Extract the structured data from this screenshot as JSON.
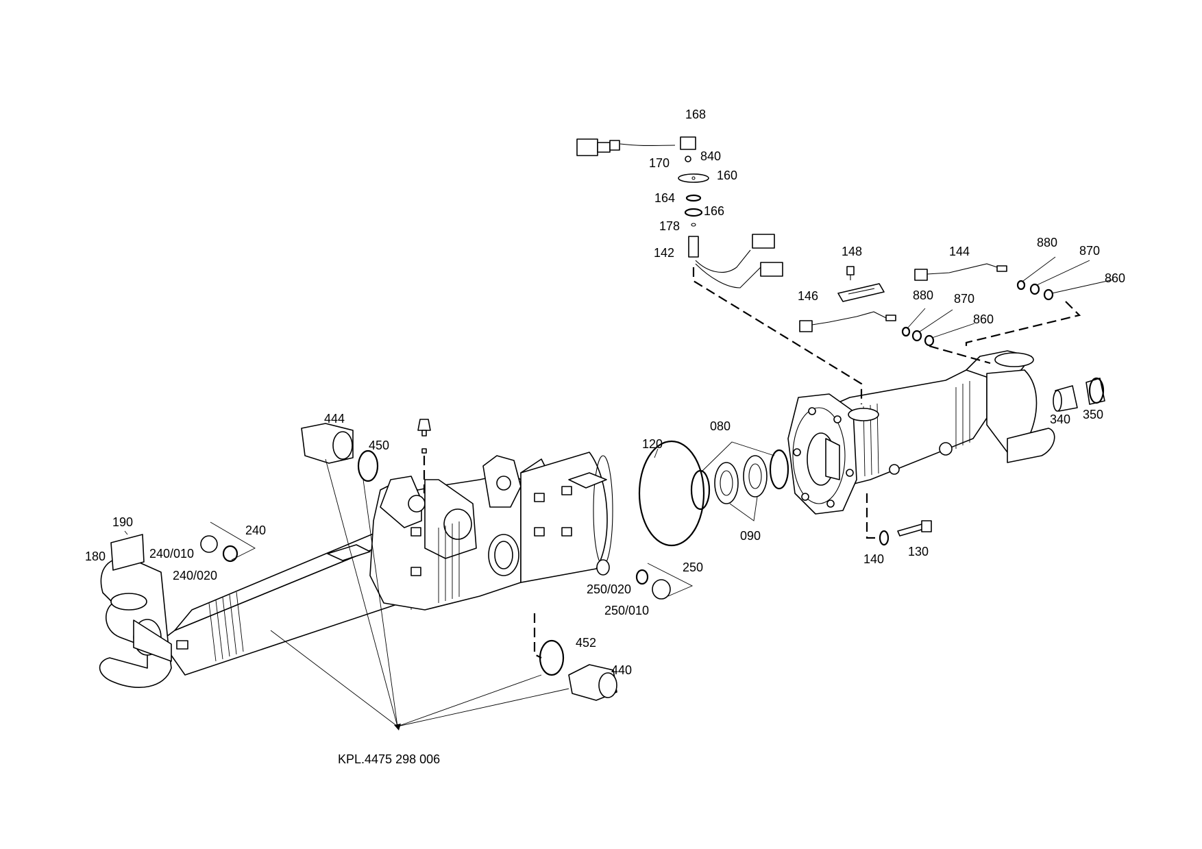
{
  "drawing_ref": "KPL.4475 298 006",
  "part_labels": {
    "p168": "168",
    "p840": "840",
    "p170": "170",
    "p160": "160",
    "p164": "164",
    "p166": "166",
    "p178": "178",
    "p142": "142",
    "p148": "148",
    "p144": "144",
    "p146": "146",
    "p880a": "880",
    "p870a": "870",
    "p860a": "860",
    "p880b": "880",
    "p870b": "870",
    "p860b": "860",
    "p340": "340",
    "p350": "350",
    "p080": "080",
    "p120": "120",
    "p090": "090",
    "p140": "140",
    "p130": "130",
    "p444": "444",
    "p450": "450",
    "p190": "190",
    "p180": "180",
    "p240": "240",
    "p240_010": "240/010",
    "p240_020": "240/020",
    "p250": "250",
    "p250_020": "250/020",
    "p250_010": "250/010",
    "p452": "452",
    "p440": "440"
  }
}
